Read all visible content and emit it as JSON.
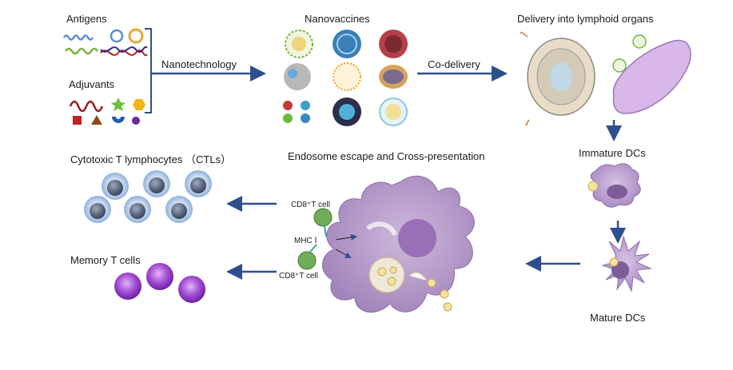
{
  "labels": {
    "antigens": "Antigens",
    "adjuvants": "Adjuvants",
    "nanotechnology": "Nanotechnology",
    "nanovaccines": "Nanovaccines",
    "co_delivery": "Co-delivery",
    "delivery": "Delivery into lymphoid organs",
    "immature_dcs": "Immature DCs",
    "mature_dcs": "Mature DCs",
    "endosome": "Endosome escape and Cross-presentation",
    "ctls": "Cytotoxic T lymphocytes （CTLs）",
    "memory": "Memory T cells",
    "cd8_top": "CD8⁺T cell",
    "cd8_bottom": "CD8⁺T cell",
    "mhc": "MHC Ⅰ"
  },
  "colors": {
    "arrow": "#2d4f8c",
    "dc": "#a98bbf",
    "dc_dark": "#7d5c99",
    "ctl": "#a9c3e6",
    "memory": "#9b3fc9",
    "antigen_blue": "#5b8fd6",
    "antigen_green": "#7ab43c",
    "adjuvant_red": "#b8201d"
  }
}
